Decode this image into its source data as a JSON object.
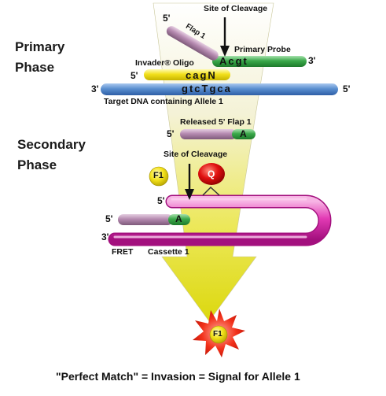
{
  "phases": {
    "primary_line1": "Primary",
    "primary_line2": "Phase",
    "secondary_line1": "Secondary",
    "secondary_line2": "Phase"
  },
  "labels": {
    "site_of_cleavage_top": "Site of Cleavage",
    "flap1": "Flap 1",
    "primary_probe": "Primary Probe",
    "invader_oligo": "Invader® Oligo",
    "target_dna": "Target DNA containing Allele 1",
    "released_flap": "Released 5' Flap 1",
    "site_of_cleavage_secondary": "Site of Cleavage",
    "fret": "FRET",
    "cassette": "Cassette 1"
  },
  "ends": {
    "five_prime": "5'",
    "three_prime": "3'"
  },
  "sequences": {
    "probe": "Acgt",
    "invader": "cagN",
    "target": "gtcTgca",
    "released_flap_base": "A",
    "cassette_base": "A"
  },
  "markers": {
    "fluorophore": "F1",
    "quencher": "Q"
  },
  "caption": "\"Perfect Match\" = Invasion = Signal for Allele 1",
  "colors": {
    "probe_green": "#3aa84a",
    "flap_mauve": "#b58ab0",
    "invader_yellow": "#f2e01c",
    "target_blue": "#5a8fd0",
    "cassette_magenta": "#e23ab4",
    "quencher_red": "#e01010",
    "fluor_yellow": "#f4e21a",
    "arrow_yellow": "#e6e21a"
  }
}
